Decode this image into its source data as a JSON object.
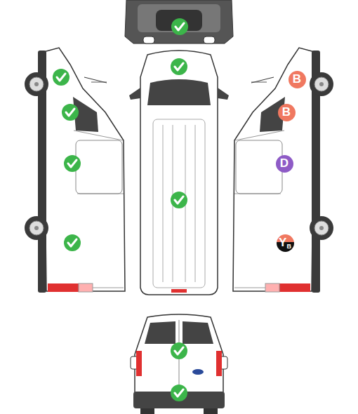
{
  "diagram": {
    "nodes": [
      {
        "text": [
          "B"
        ]
      },
      {
        "text": [
          "B"
        ]
      },
      {
        "text": [
          "D"
        ]
      },
      {
        "text": [
          "Y",
          "B"
        ]
      }
    ]
  }
}
